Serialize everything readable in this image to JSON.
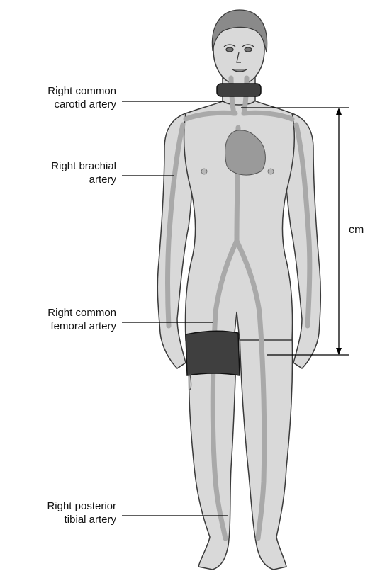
{
  "labels": {
    "carotid": [
      "Right common",
      "carotid artery"
    ],
    "brachial": [
      "Right brachial",
      "artery"
    ],
    "femoral": [
      "Right common",
      "femoral artery"
    ],
    "tibial": [
      "Right posterior",
      "tibial artery"
    ]
  },
  "measurement_unit": "cm",
  "colors": {
    "skin": "#d9d9d9",
    "skin_outline": "#3a3a3a",
    "artery": "#a9a9a9",
    "heart": "#9a9a9a",
    "hair": "#8a8a8a",
    "cuff": "#3f3f3f",
    "line": "#000000"
  }
}
